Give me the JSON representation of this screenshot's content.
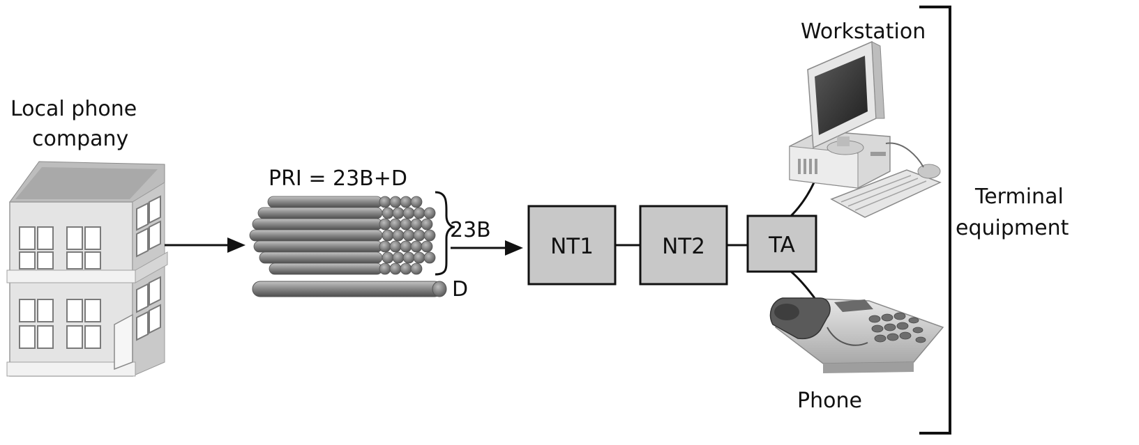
{
  "labels": {
    "company_line1": "Local phone",
    "company_line2": "company",
    "pri": "PRI = 23B+D",
    "b_channels": "23B",
    "d_channel": "D",
    "workstation": "Workstation",
    "phone": "Phone",
    "terminal_line1": "Terminal",
    "terminal_line2": "equipment"
  },
  "devices": {
    "nt1": "NT1",
    "nt2": "NT2",
    "ta": "TA"
  },
  "colors": {
    "box_fill": "#c8c8c8",
    "stroke": "#111111",
    "cable": "#8a8a8a",
    "building": "#d8d8d8"
  },
  "icons": {
    "building": "office-building-icon",
    "cables": "cable-bundle-icon",
    "workstation": "desktop-computer-icon",
    "phone": "desk-phone-icon"
  }
}
